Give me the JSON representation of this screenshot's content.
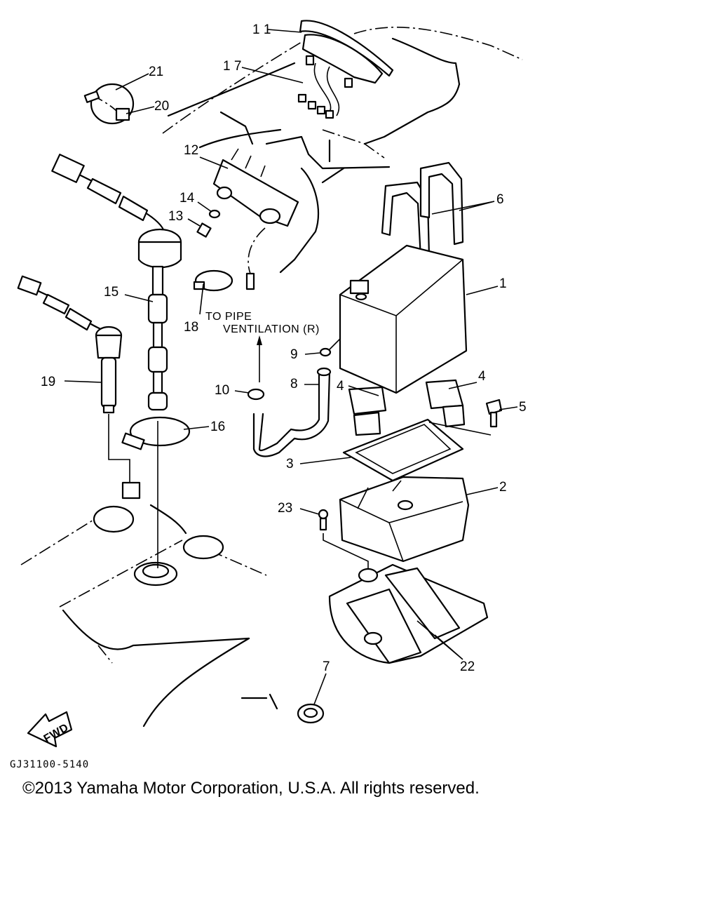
{
  "diagram": {
    "labels": {
      "p1": "1",
      "p2": "2",
      "p3": "3",
      "p4a": "4",
      "p4b": "4",
      "p5": "5",
      "p6": "6",
      "p7": "7",
      "p8": "8",
      "p9": "9",
      "p10": "10",
      "p11": "1 1",
      "p12": "12",
      "p13": "13",
      "p14": "14",
      "p15": "15",
      "p16": "16",
      "p17": "1 7",
      "p18": "18",
      "p19": "19",
      "p20": "20",
      "p21": "21",
      "p22": "22",
      "p23": "23"
    },
    "note_line1": "TO PIPE",
    "note_line2": "VENTILATION (R)",
    "fwd_label": "FWD"
  },
  "footer": {
    "code": "GJ31100-5140",
    "copyright": "©2013 Yamaha Motor Corporation, U.S.A. All rights reserved."
  }
}
